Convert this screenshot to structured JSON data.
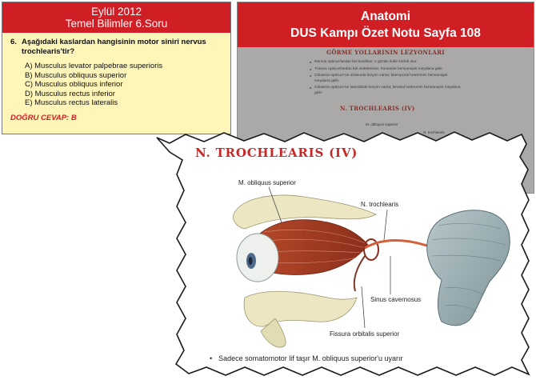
{
  "question": {
    "header_line1": "Eylül 2012",
    "header_line2": "Temel Bilimler 6.Soru",
    "number": "6.",
    "text": "Aşağıdaki kaslardan hangisinin motor siniri nervus trochlearis'tir?",
    "options": [
      "A) Musculus levator palpebrae superioris",
      "B) Musculus obliquus superior",
      "C) Musculus obliquus inferior",
      "D) Musculus rectus inferior",
      "E) Musculus rectus lateralis"
    ],
    "answer": "DOĞRU CEVAP: B"
  },
  "slide": {
    "title_line1": "Anatomi",
    "title_line2": "DUS Kampı Özet Notu Sayfa 108",
    "bg_heading": "GÖRME YOLLARININ LEZYONLARI",
    "bg_items": [
      "Nervus opticus'lardan biri kesilirse; o gözde dublr körlük olur.",
      "Tractus opticus'lardan biri sedelenirse; homonim hemianopsi meydana gelir.",
      "Chiasma opticum'un ortasında lezyon varsa; bitemporal heteronim hemianopsi meydana gelir.",
      "Chiasma opticum'un lateralinde lezyon varsa; binasal heteronim hemianopsi meydana gelir."
    ],
    "bg_heading2": "N. TROCHLEARIS (IV)",
    "bg_small_label1": "M. obliquus superior",
    "bg_small_label2": "N. trochlearis"
  },
  "callout": {
    "title": "N. TROCHLEARIS (IV)",
    "labels": {
      "obliquus": "M. obliquus superior",
      "trochlearis": "N. trochlearis",
      "sinus": "Sinus cavernosus",
      "fissura": "Fissura orbitalis superior"
    },
    "bullet": "Sadece somatomotor lif taşır M. obliquus superior'u uyarır"
  },
  "colors": {
    "header_red": "#cf1f25",
    "card_yellow": "#fdf6b8",
    "title_red": "#c62828",
    "nerve": "#d2603a",
    "bone": "#e9e4bc",
    "brainstem": "#9fb2b8"
  }
}
